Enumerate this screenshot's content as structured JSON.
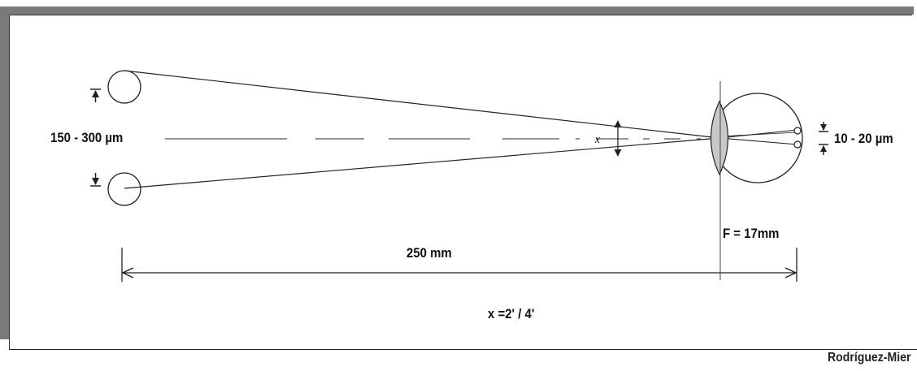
{
  "labels": {
    "object_size": "150 - 300 µm",
    "angle_symbol": "x",
    "retina_size": "10 - 20 µm",
    "focal_length": "F = 17mm",
    "viewing_distance": "250 mm",
    "angle_value": "x =2' / 4'"
  },
  "credit": "Rodríguez-Mier",
  "colors": {
    "frame": "#7a7a7a",
    "line": "#222222",
    "lens_fill": "#c8c8c8"
  }
}
